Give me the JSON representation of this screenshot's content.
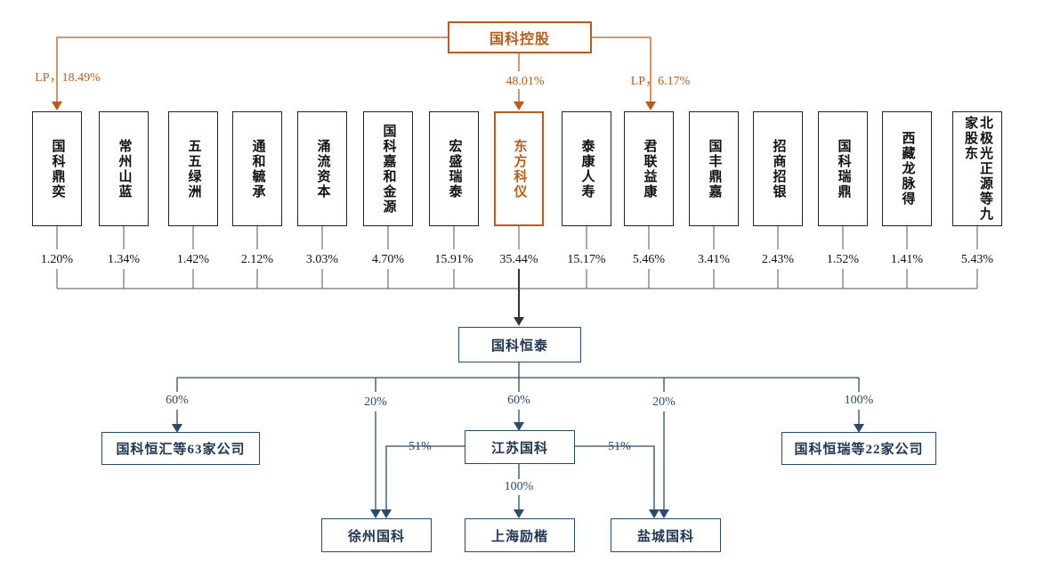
{
  "top": {
    "name": "国科控股",
    "lp_left": "LP，18.49%",
    "center_pct": "48.01%",
    "lp_right": "LP，6.17%"
  },
  "shareholders": [
    {
      "name": "国科鼎奕",
      "pct": "1.20%"
    },
    {
      "name": "常州山蓝",
      "pct": "1.34%"
    },
    {
      "name": "五五绿洲",
      "pct": "1.42%"
    },
    {
      "name": "通和毓承",
      "pct": "2.12%"
    },
    {
      "name": "涌流资本",
      "pct": "3.03%"
    },
    {
      "name": "国科嘉和金源",
      "pct": "4.70%"
    },
    {
      "name": "宏盛瑞泰",
      "pct": "15.91%"
    },
    {
      "name": "东方科仪",
      "pct": "35.44%"
    },
    {
      "name": "泰康人寿",
      "pct": "15.17%"
    },
    {
      "name": "君联益康",
      "pct": "5.46%"
    },
    {
      "name": "国丰鼎嘉",
      "pct": "3.41%"
    },
    {
      "name": "招商招银",
      "pct": "2.43%"
    },
    {
      "name": "国科瑞鼎",
      "pct": "1.52%"
    },
    {
      "name": "西藏龙脉得",
      "pct": "1.41%"
    },
    {
      "name": "北极光正源等九家股东",
      "pct": "5.43%"
    }
  ],
  "hub": {
    "name": "国科恒泰"
  },
  "subs": {
    "left_pct": "60%",
    "left_name": "国科恒汇等63家公司",
    "xuzhou_pct": "20%",
    "jiangsu_pct": "60%",
    "jiangsu_name": "江苏国科",
    "jiangsu_xuzhou_pct": "51%",
    "jiangsu_yancheng_pct": "51%",
    "jiangsu_shanghai_pct": "100%",
    "yancheng_pct": "20%",
    "right_pct": "100%",
    "right_name": "国科恒瑞等22家公司",
    "xuzhou_name": "徐州国科",
    "shanghai_name": "上海励楷",
    "yancheng_name": "盐城国科"
  },
  "colors": {
    "orange": "#b85c1e",
    "blue": "#2c4a6b",
    "black": "#222222"
  }
}
